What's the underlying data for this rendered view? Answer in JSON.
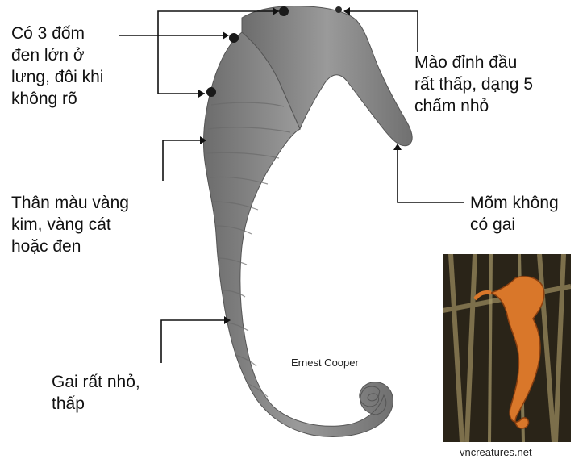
{
  "labels": {
    "spots": "Có 3 đốm\nđen lớn ở\nlưng, đôi khi\nkhông rõ",
    "crown": "Mào đỉnh đầu\nrất thấp, dạng 5\nchấm nhỏ",
    "snout": "Mõm không\ncó gai",
    "body": "Thân màu vàng\nkim, vàng cát\nhoặc đen",
    "spines": "Gai rất nhỏ,\nthấp"
  },
  "credits": {
    "main_photo": "Ernest Cooper",
    "inset_photo": "vncreatures.net"
  },
  "colors": {
    "line": "#111111",
    "seahorse_gray": "#8a8a8a",
    "inset_orange": "#d9772a",
    "inset_background": "#2a2418"
  }
}
